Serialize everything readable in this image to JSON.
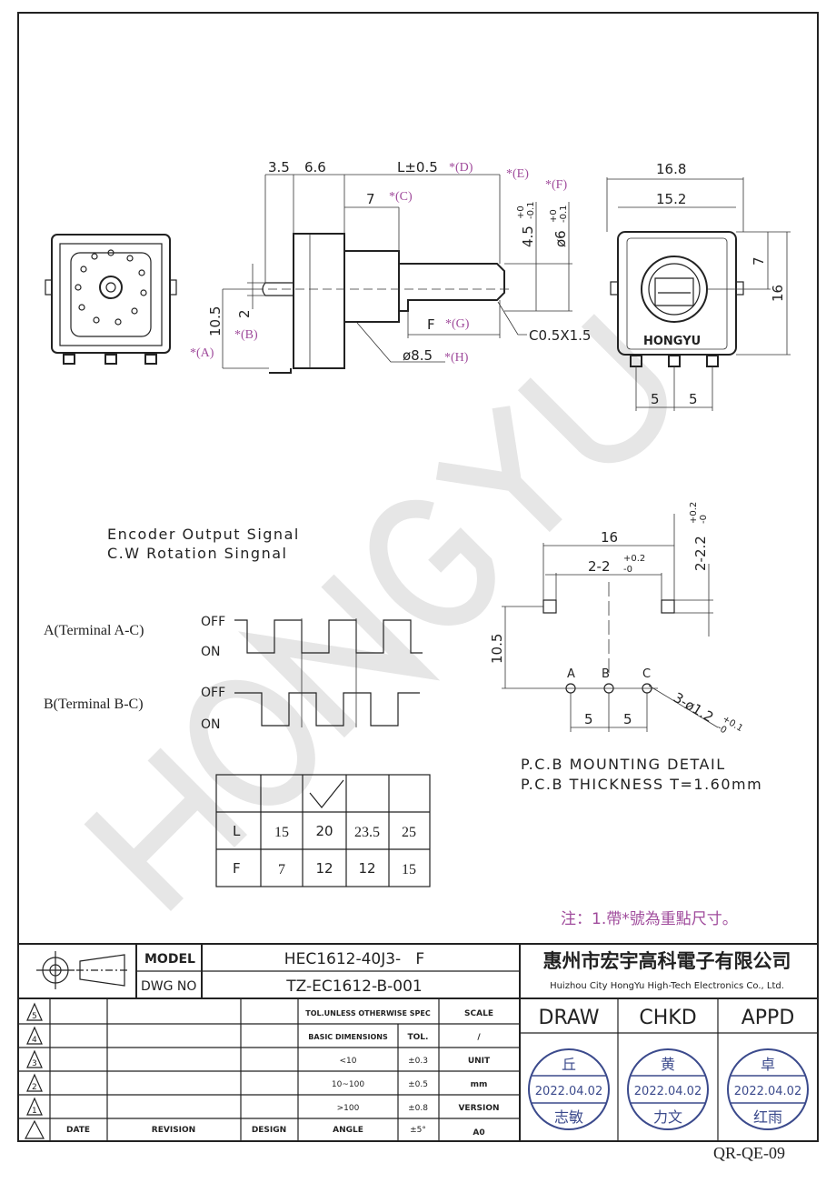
{
  "watermark": "HONGYU",
  "views": {
    "side_dims": {
      "d1": "3.5",
      "d2": "6.6",
      "L": "L±0.5",
      "seven": "7",
      "shaft_h": "4.5",
      "shaft_h_tol_plus": "+0",
      "shaft_h_tol_minus": "-0.1",
      "shaft_d": "ø6",
      "shaft_d_tol_plus": "+0",
      "shaft_d_tol_minus": "-0.1",
      "h105": "10.5",
      "two": "2",
      "F": "F",
      "chamfer": "C0.5X1.5",
      "bush": "ø8.5"
    },
    "marks": {
      "A": "*(A)",
      "B": "*(B)",
      "C": "*(C)",
      "D": "*(D)",
      "E": "*(E)",
      "F": "*(F)",
      "G": "*(G)",
      "H": "*(H)"
    },
    "right_dims": {
      "w1": "16.8",
      "w2": "15.2",
      "h7": "7",
      "h16": "16",
      "p1": "5",
      "p2": "5",
      "brand": "HONGYU"
    }
  },
  "signal": {
    "title1": "Encoder Output Signal",
    "title2": "C.W Rotation Singnal",
    "a_label": "A(Terminal A-C)",
    "b_label": "B(Terminal B-C)",
    "off": "OFF",
    "on": "ON"
  },
  "pcb": {
    "w16": "16",
    "pitch": "2-2",
    "pitch_tol_plus": "+0.2",
    "pitch_tol_minus": "-0",
    "vert": "2-2.2",
    "vert_tol_plus": "+0.2",
    "vert_tol_minus": "-0",
    "h105": "10.5",
    "pa": "A",
    "pb": "B",
    "pc": "C",
    "p1": "5",
    "p2": "5",
    "holes": "3-ø1.2",
    "holes_tol_plus": "+0.1",
    "holes_tol_minus": "-0",
    "detail": "P.C.B MOUNTING DETAIL",
    "thickness": "P.C.B THICKNESS T=1.60mm"
  },
  "length_table": {
    "rows": [
      {
        "label": "L",
        "values": [
          "15",
          "20",
          "23.5",
          "25"
        ]
      },
      {
        "label": "F",
        "values": [
          "7",
          "12",
          "12",
          "15"
        ]
      }
    ],
    "checked_column": 2
  },
  "note": "注：1.帶*號為重點尺寸。",
  "title_block": {
    "model_label": "MODEL",
    "model": "HEC1612-40J3-   F",
    "dwg_label": "DWG NO",
    "dwg": "TZ-EC1612-B-001",
    "company_cn": "惠州市宏宇高科電子有限公司",
    "company_en": "Huizhou City HongYu High-Tech Electronics Co., Ltd.",
    "revisions": [
      "5",
      "4",
      "3",
      "2",
      "1",
      ""
    ],
    "tol_header": "TOL.UNLESS OTHERWISE SPEC",
    "scale_label": "SCALE",
    "basic": "BASIC DIMENSIONS",
    "tol": "TOL.",
    "scale": "/",
    "tol_rows": [
      [
        "<10",
        "±0.3",
        "UNIT"
      ],
      [
        "10~100",
        "±0.5",
        "mm"
      ],
      [
        ">100",
        "±0.8",
        "VERSION"
      ],
      [
        "ANGLE",
        "±5°",
        "A0"
      ]
    ],
    "footer": [
      "DATE",
      "REVISION",
      "DESIGN"
    ],
    "draw": "DRAW",
    "chkd": "CHKD",
    "appd": "APPD",
    "stamps": [
      {
        "top": "丘",
        "date": "2022.04.02",
        "name": "志敏"
      },
      {
        "top": "黄",
        "date": "2022.04.02",
        "name": "力文"
      },
      {
        "top": "卓",
        "date": "2022.04.02",
        "name": "红雨"
      }
    ],
    "form_no": "QR-QE-09",
    "stamp_color": "#3b4a8c"
  }
}
